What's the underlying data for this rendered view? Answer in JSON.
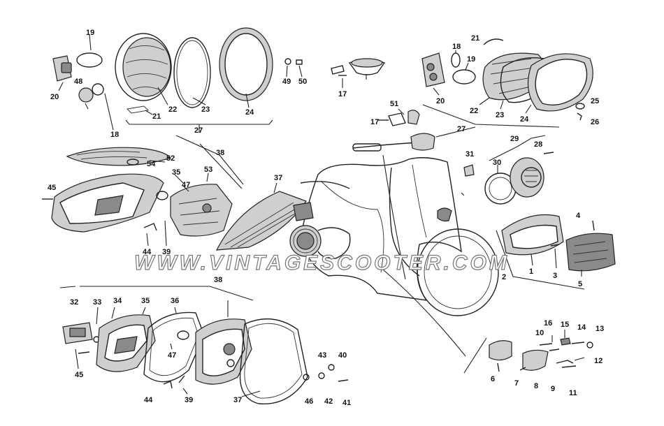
{
  "watermark": "WWW.VINTAGESCOOTER.COM",
  "colors": {
    "ink": "#222222",
    "shade": "#cfcfcf",
    "dark": "#8a8a8a",
    "paper": "#ffffff"
  },
  "labels": {
    "l1": "1",
    "l2": "2",
    "l3": "3",
    "l4": "4",
    "l5": "5",
    "l6": "6",
    "l7": "7",
    "l8": "8",
    "l9": "9",
    "l10": "10",
    "l11": "11",
    "l12": "12",
    "l13": "13",
    "l14": "14",
    "l15": "15",
    "l16": "16",
    "l17a": "17",
    "l17b": "17",
    "l18a": "18",
    "l18b": "18",
    "l19a": "19",
    "l19b": "19",
    "l20a": "20",
    "l20b": "20",
    "l21a": "21",
    "l21b": "21",
    "l22a": "22",
    "l22b": "22",
    "l23a": "23",
    "l23b": "23",
    "l24a": "24",
    "l24b": "24",
    "l25": "25",
    "l26": "26",
    "l27a": "27",
    "l27b": "27",
    "l28": "28",
    "l29": "29",
    "l30": "30",
    "l31": "31",
    "l32": "32",
    "l33": "33",
    "l34": "34",
    "l35a": "35",
    "l35b": "35",
    "l36": "36",
    "l37a": "37",
    "l37b": "37",
    "l38a": "38",
    "l38b": "38",
    "l39a": "39",
    "l39b": "39",
    "l40": "40",
    "l41": "41",
    "l42": "42",
    "l43": "43",
    "l44a": "44",
    "l44b": "44",
    "l45a": "45",
    "l45b": "45",
    "l46": "46",
    "l47a": "47",
    "l47b": "47",
    "l48": "48",
    "l49": "49",
    "l50": "50",
    "l51": "51",
    "l52": "52",
    "l53": "53",
    "l54": "54"
  }
}
